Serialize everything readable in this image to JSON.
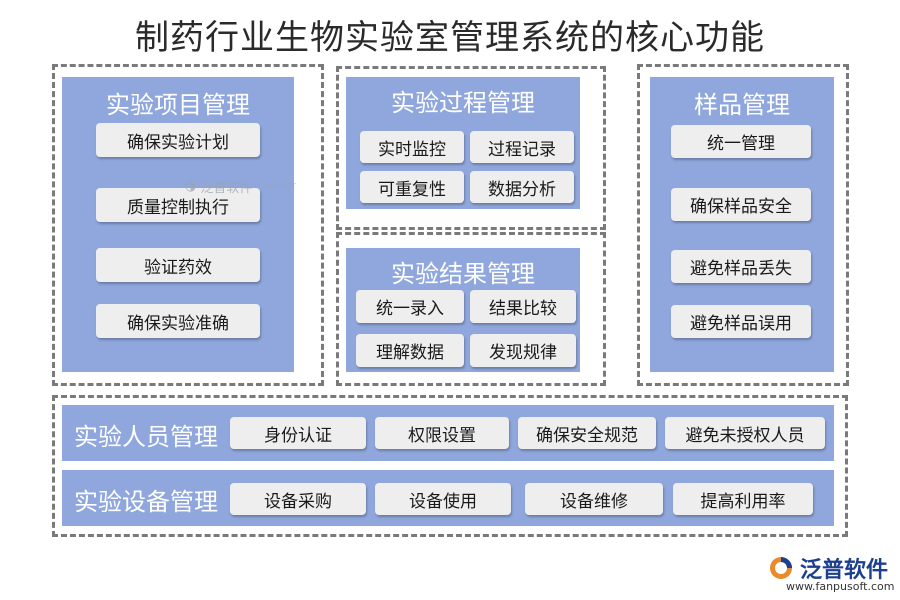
{
  "title": "制药行业生物实验室管理系统的核心功能",
  "project": {
    "title": "实验项目管理",
    "items": [
      "确保实验计划",
      "质量控制执行",
      "验证药效",
      "确保实验准确"
    ]
  },
  "process": {
    "title": "实验过程管理",
    "items": [
      "实时监控",
      "过程记录",
      "可重复性",
      "数据分析"
    ]
  },
  "result": {
    "title": "实验结果管理",
    "items": [
      "统一录入",
      "结果比较",
      "理解数据",
      "发现规律"
    ]
  },
  "sample": {
    "title": "样品管理",
    "items": [
      "统一管理",
      "确保样品安全",
      "避免样品丢失",
      "避免样品误用"
    ]
  },
  "personnel": {
    "title": "实验人员管理",
    "items": [
      "身份认证",
      "权限设置",
      "确保安全规范",
      "避免未授权人员"
    ]
  },
  "equipment": {
    "title": "实验设备管理",
    "items": [
      "设备采购",
      "设备使用",
      "设备维修",
      "提高利用率"
    ]
  },
  "watermark": {
    "name": "泛普软件",
    "sub": "FANPUSOFT"
  },
  "logo": {
    "name": "泛普软件",
    "url": "www.fanpusoft.com"
  },
  "colors": {
    "panel": "#8fa7dc",
    "item_bg": "#eeeeee",
    "border": "#7a7a7a"
  }
}
